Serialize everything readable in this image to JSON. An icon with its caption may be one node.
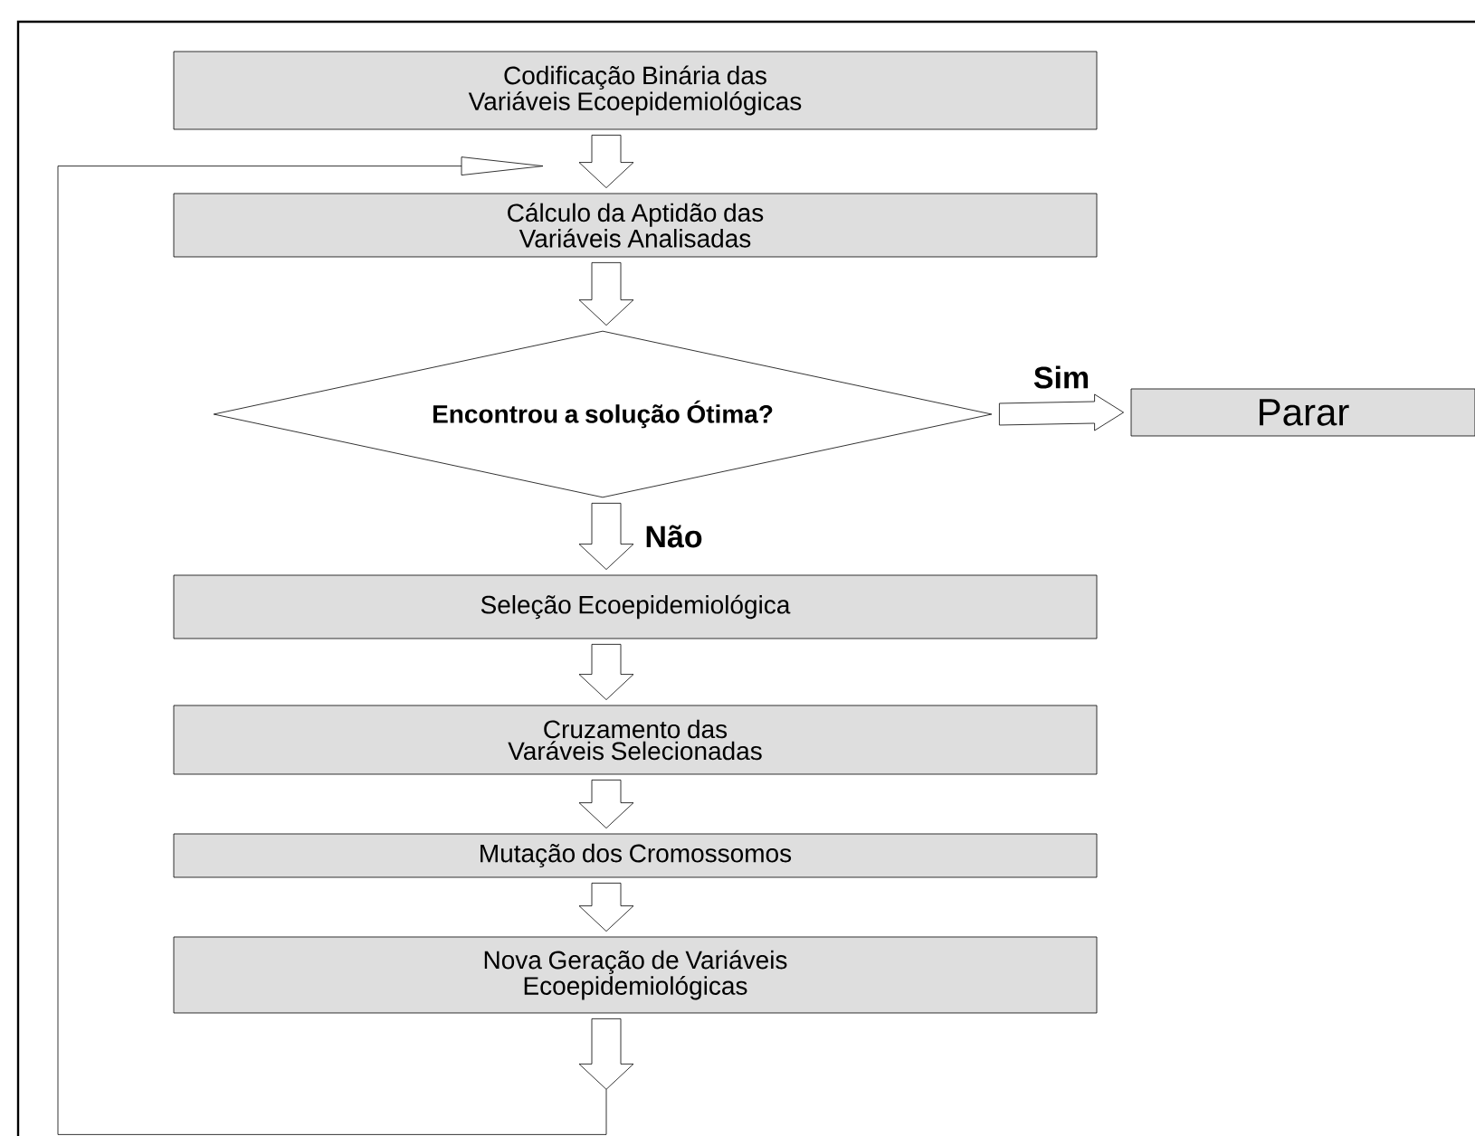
{
  "diagram": {
    "nodes": [
      {
        "text": [
          "Codificação Binária das Variáveis Ecoepidemiológicas"
        ]
      },
      {
        "text": [
          "Cálculo da Aptidão das Variáveis Analisadas"
        ]
      },
      {
        "text": [
          "Encontrou a solução Ótima?"
        ]
      },
      {
        "text": [
          "Parar"
        ]
      },
      {
        "text": [
          "Seleção Ecoepidemiológica"
        ]
      },
      {
        "text": [
          "Cruzamento das Varáveis Selecionadas"
        ]
      },
      {
        "text": [
          "Mutação dos Cromossomos"
        ]
      },
      {
        "text": [
          "Nova Geração de Variáveis Ecoepidemiológicas"
        ]
      }
    ],
    "edges": [
      {
        "from": 0,
        "to": 1,
        "arrow": "to"
      },
      {
        "from": 1,
        "to": 2,
        "arrow": "to"
      },
      {
        "from": 2,
        "to": 3,
        "arrow": "to",
        "label": "Sim"
      },
      {
        "from": 2,
        "to": 4,
        "arrow": "to",
        "label": "Não"
      },
      {
        "from": 4,
        "to": 5,
        "arrow": "to"
      },
      {
        "from": 5,
        "to": 6,
        "arrow": "to"
      },
      {
        "from": 6,
        "to": 7,
        "arrow": "to"
      },
      {
        "from": 7,
        "to": 1,
        "arrow": "to"
      }
    ]
  }
}
